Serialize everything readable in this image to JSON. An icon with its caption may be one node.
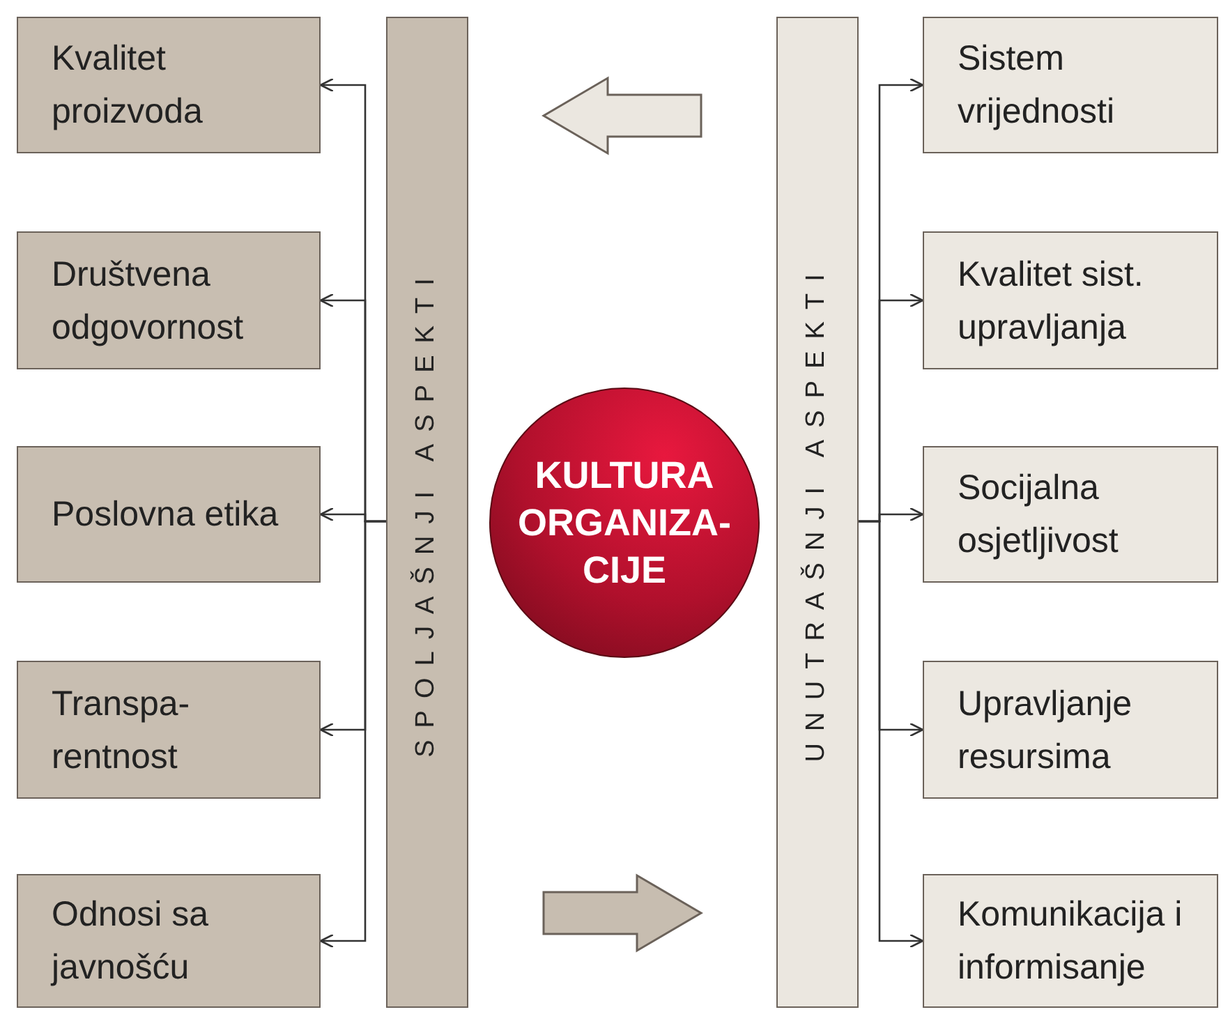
{
  "diagram": {
    "nodes": [
      {
        "text": [
          "Kvalitet proizvoda"
        ]
      },
      {
        "text": [
          "Društvena odgovornost"
        ]
      },
      {
        "text": [
          "Poslovna etika"
        ]
      },
      {
        "text": [
          "Transpa- rentnost"
        ]
      },
      {
        "text": [
          "Odnosi sa javnošću"
        ]
      },
      {
        "text": [
          "SPOLJAŠNJI ASPEKTI"
        ]
      },
      {
        "text": [
          "KULTURA ORGANIZA- CIJE"
        ]
      },
      {
        "text": [
          "UNUTRAŠNJI ASPEKTI"
        ]
      },
      {
        "text": [
          "Sistem vrijednosti"
        ]
      },
      {
        "text": [
          "Kvalitet sist. upravljanja"
        ]
      },
      {
        "text": [
          "Socijalna osjetljivost"
        ]
      },
      {
        "text": [
          "Upravljanje resursima"
        ]
      },
      {
        "text": [
          "Komunikacija i informisanje"
        ]
      }
    ],
    "edges": [
      {
        "from": 5,
        "to": 0,
        "arrow": "to"
      },
      {
        "from": 5,
        "to": 1,
        "arrow": "to"
      },
      {
        "from": 5,
        "to": 2,
        "arrow": "to"
      },
      {
        "from": 5,
        "to": 3,
        "arrow": "to"
      },
      {
        "from": 5,
        "to": 4,
        "arrow": "to"
      },
      {
        "from": 7,
        "to": 8,
        "arrow": "to"
      },
      {
        "from": 7,
        "to": 9,
        "arrow": "to"
      },
      {
        "from": 7,
        "to": 10,
        "arrow": "to"
      },
      {
        "from": 7,
        "to": 11,
        "arrow": "to"
      },
      {
        "from": 7,
        "to": 12,
        "arrow": "to"
      },
      {
        "from": 7,
        "to": 5,
        "arrow": "to",
        "style": "thick",
        "color": "#ebe7e0"
      },
      {
        "from": 5,
        "to": 7,
        "arrow": "to",
        "style": "thick",
        "color": "#c7bdb0"
      }
    ]
  }
}
